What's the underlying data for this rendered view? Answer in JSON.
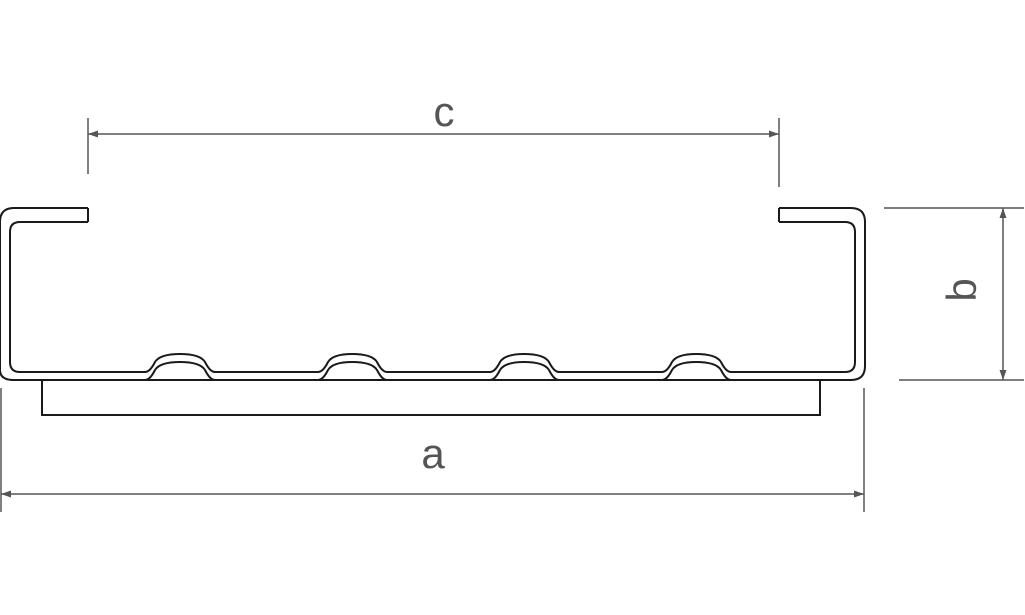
{
  "diagram": {
    "labels": {
      "width_overall": "a",
      "height": "b",
      "opening_width": "c"
    }
  },
  "colors": {
    "profile": "#1a1a1a",
    "dimension": "#555555",
    "text": "#555555",
    "background": "#ffffff"
  }
}
